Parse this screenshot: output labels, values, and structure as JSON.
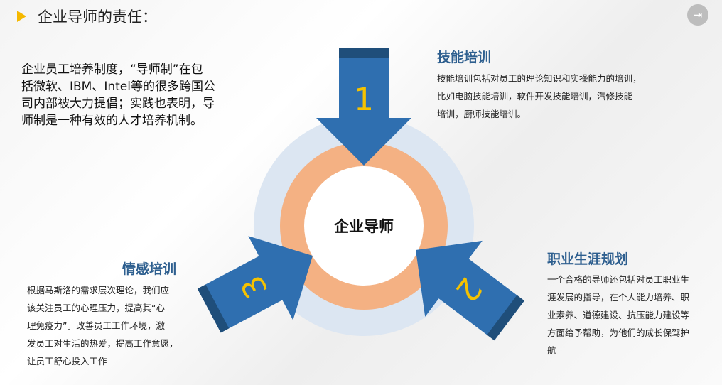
{
  "header": {
    "title": "企业导师的责任："
  },
  "exit_icon": "exit-icon",
  "intro": [
    "企业员工培养制度，“导师制”在包",
    "括微软、IBM、Intel等的很多跨国公",
    "司内部被大力提倡；实践也表明，导",
    "师制是一种有效的人才培养机制。"
  ],
  "center_label": "企业导师",
  "arrows": [
    {
      "number": "1"
    },
    {
      "number": "2"
    },
    {
      "number": "3"
    }
  ],
  "sections": {
    "skill": {
      "title": "技能培训",
      "lines": [
        "技能培训包括对员工的理论知识和实操能力的培训，",
        "比如电脑技能培训，软件开发技能培训，汽修技能",
        "培训，厨师技能培训。"
      ]
    },
    "career": {
      "title": "职业生涯规划",
      "lines": [
        "一个合格的导师还包括对员工职业生",
        "涯发展的指导，在个人能力培养、职",
        "业素养、道德建设、抗压能力建设等",
        "方面给予帮助，为他们的成长保驾护",
        "航"
      ]
    },
    "emotion": {
      "title": "情感培训",
      "lines": [
        "根据马斯洛的需求层次理论，我们应",
        "该关注员工的心理压力，提高其“心",
        "理免疫力”。改善员工工作环境，激",
        "发员工对生活的热爱，提高工作意愿，",
        "让员工舒心投入工作"
      ]
    }
  },
  "colors": {
    "arrow": "#2f6fb0",
    "arrow_cap": "#1f4e7a",
    "ring": "#f4b183",
    "outer": "#dce6f2",
    "number": "#f5c200",
    "title": "#2e5f8f"
  }
}
